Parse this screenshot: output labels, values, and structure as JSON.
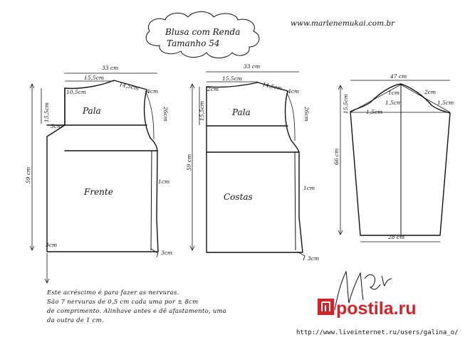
{
  "title": {
    "line1": "Blusa com Renda",
    "line2": "Tamanho 54"
  },
  "website": "www.marlenemukai.com.br",
  "front": {
    "width_top": "33 cm",
    "neck_width": "15,5cm",
    "shoulder": "14,5cm",
    "neck_depth": "10,5cm",
    "shoulder_drop": "4cm",
    "armhole_depth": "15,5cm",
    "armhole_measure": "26cm",
    "length": "59 cm",
    "yoke_label": "Pala",
    "body_label": "Frente",
    "side_offset_left": "3cm",
    "hem_offset": "3cm",
    "side_ease": "1cm",
    "hem_rise": "3cm"
  },
  "back": {
    "width_top": "33 cm",
    "neck_width": "15,5cm",
    "shoulder": "14,5cm",
    "neck_depth": "2cm",
    "shoulder_drop": "4cm",
    "armhole_depth": "15,5cm",
    "armhole_measure": "26cm",
    "length": "59 cm",
    "yoke_label": "Pala",
    "body_label": "Costas",
    "side_ease": "1cm",
    "hem_rise": "3cm"
  },
  "sleeve": {
    "width_top": "47 cm",
    "cap_height": "15,5cm",
    "cap_measure_left": "1,5cm",
    "cap_measure_right": "2cm",
    "cap_small": "1cm",
    "cap_side": "1,5cm",
    "length": "66 cm",
    "hem_width": "28 cm"
  },
  "note_lines": [
    "Este acréscimo é para fazer as nervuras.",
    "São 7 nervuras de 0,5 cm cada uma por ± 8cm",
    "de comprimento. Alinhave antes e dê afastamento, uma",
    "da outra de 1 cm."
  ],
  "signature": "Marlene Mukai",
  "watermark": {
    "brand": "postila.ru",
    "url": "http://www.liveinternet.ru/users/galina_o/"
  }
}
